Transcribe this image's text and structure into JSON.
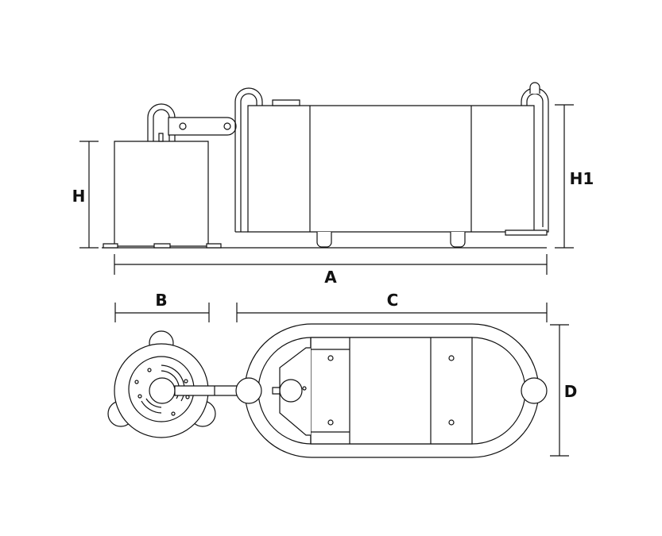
{
  "labels": {
    "H": "H",
    "H1": "H1",
    "A": "A",
    "B": "B",
    "C": "C",
    "D": "D"
  },
  "colors": {
    "line": "#111111",
    "background": "#ffffff"
  }
}
